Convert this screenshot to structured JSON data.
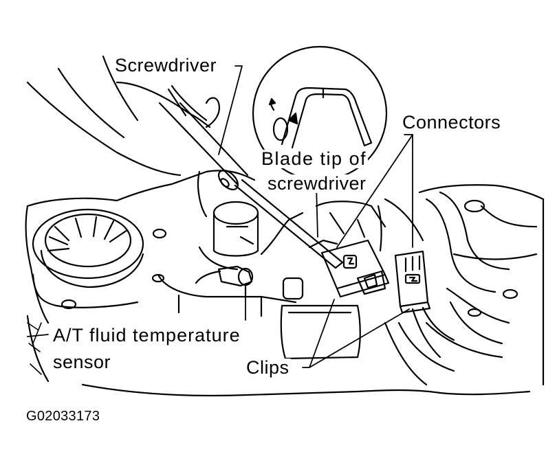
{
  "labels": {
    "screwdriver": "Screwdriver",
    "connectors": "Connectors",
    "blade_tip_line1": "Blade tip of",
    "blade_tip_line2": "screwdriver",
    "sensor_line1": "A/T fluid temperature",
    "sensor_line2": "sensor",
    "clips": "Clips"
  },
  "figure_id": "G02033173",
  "colors": {
    "ink": "#000000",
    "paper": "#ffffff"
  }
}
